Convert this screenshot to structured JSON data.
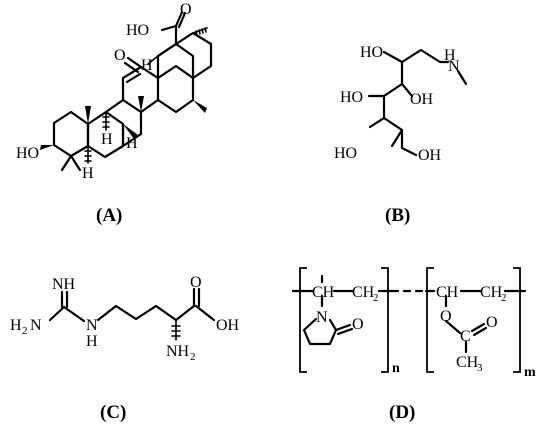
{
  "panels": {
    "a": {
      "caption": "(A)",
      "labels": {
        "cooh": "HO",
        "cooh_o": "O",
        "ketone_o": "O",
        "h1": "H",
        "h2": "H",
        "h3": "H",
        "h4": "H",
        "ho": "HO"
      }
    },
    "b": {
      "caption": "(B)",
      "labels": {
        "ho1": "HO",
        "ho2": "HO",
        "oh1": "OH",
        "ho3": "HO",
        "oh2": "OH",
        "nh": "N",
        "nh_h": "H"
      }
    },
    "c": {
      "caption": "(C)",
      "labels": {
        "nh_imine": "NH",
        "h2n": "H",
        "h2n_sub": "2",
        "h2n_n": "N",
        "nh_link": "N",
        "nh_link_h": "H",
        "acid_o": "O",
        "oh": "OH",
        "nh2": "NH",
        "nh2_sub": "2"
      }
    },
    "d": {
      "caption": "(D)",
      "labels": {
        "ch1": "CH",
        "ch2_1": "CH",
        "ch2_1_sub": "2",
        "ring_n": "N",
        "ring_o": "O",
        "ch_right": "CH",
        "ch2_2": "CH",
        "ch2_2_sub": "2",
        "o_ester": "O",
        "c_ester": "C",
        "o_carbonyl": "O",
        "ch3": "CH",
        "ch3_sub": "3",
        "sub_n": "n",
        "sub_m": "m"
      }
    }
  }
}
